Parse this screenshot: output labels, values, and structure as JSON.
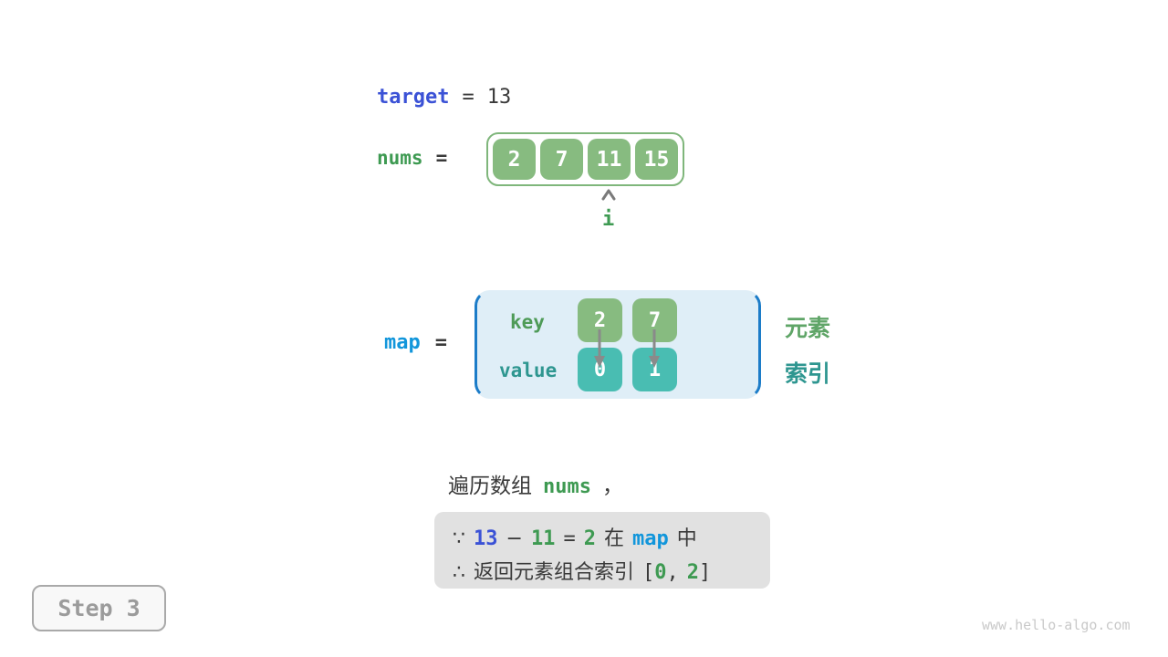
{
  "target_line": {
    "label": "target",
    "equals": "=",
    "value": "13"
  },
  "nums_line": {
    "label": "nums",
    "equals": "="
  },
  "nums_array": {
    "values": [
      "2",
      "7",
      "11",
      "15"
    ]
  },
  "pointer": {
    "label": "i"
  },
  "map_line": {
    "label": "map",
    "equals": "="
  },
  "map_box": {
    "key_label": "key",
    "value_label": "value",
    "keys": [
      "2",
      "7"
    ],
    "values": [
      "0",
      "1"
    ]
  },
  "side_labels": {
    "element": "元素",
    "index": "索引"
  },
  "caption": {
    "prefix": "遍历数组",
    "code": "nums",
    "suffix": "，"
  },
  "note": {
    "line1": {
      "because": "∵",
      "minuend": "13",
      "minus": "−",
      "subtrahend": "11",
      "equals": "=",
      "difference": "2",
      "in_prefix": "在",
      "map": "map",
      "in_suffix": "中"
    },
    "line2": {
      "therefore": "∴",
      "text": "返回元素组合索引",
      "open_bracket": "[",
      "index1": "0",
      "comma": ",",
      "index2": "2",
      "close_bracket": "]"
    }
  },
  "step_badge": {
    "label": "Step 3"
  },
  "watermark": "www.hello-algo.com",
  "colors": {
    "royal_blue": "#3b52d6",
    "azure_blue": "#1296db",
    "green_text": "#3e9a52",
    "green_cell": "#87bb80",
    "teal_cell": "#49bdb2",
    "teal_text": "#2e9690",
    "light_green_text": "#5fa567",
    "map_fill": "#dfeef7",
    "map_bracket": "#1c7cc8",
    "dark_text": "#3a3a3a",
    "arrow_gray": "#8a8a8a"
  }
}
